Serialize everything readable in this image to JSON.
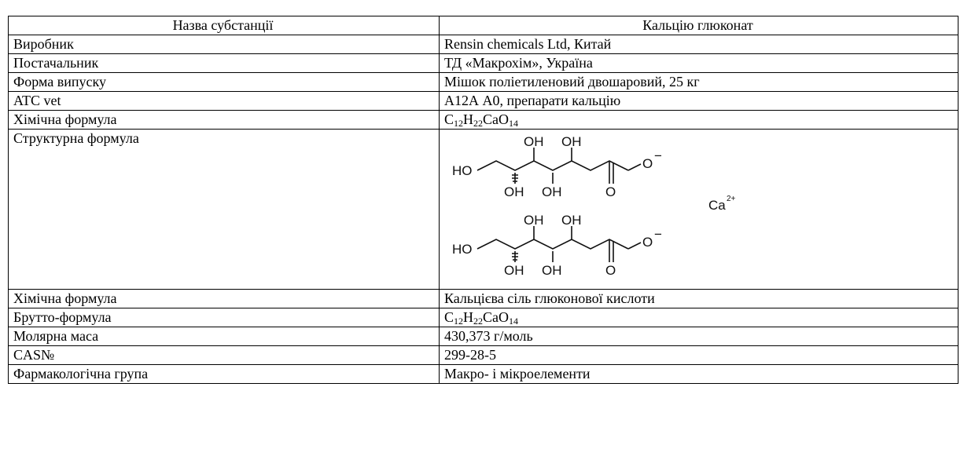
{
  "header": {
    "col1": "Назва субстанції",
    "col2": "Кальцію глюконат"
  },
  "rows": [
    {
      "label": "Виробник",
      "value": "Rensin chemicals Ltd, Китай"
    },
    {
      "label": "Постачальник",
      "value": "ТД «Макрохім», Україна"
    },
    {
      "label": "Форма випуску",
      "value": "Мішок поліетиленовий двошаровий, 25 кг"
    },
    {
      "label": "ATC vet",
      "value": "А12А А0, препарати кальцію"
    },
    {
      "label": "Хімічна формула",
      "formula": {
        "c": "C",
        "c_n": "12",
        "h": "H",
        "h_n": "22",
        "rest": "CaO",
        "o_n": "14"
      }
    },
    {
      "label": "Структурна  формула"
    },
    {
      "label": "Хімічна формула",
      "value": "Кальцієва сіль глюконової кислоти"
    },
    {
      "label": "Брутто-формула",
      "formula": {
        "c": "C",
        "c_n": "12",
        "h": "H",
        "h_n": "22",
        "rest": "CaO",
        "o_n": "14"
      }
    },
    {
      "label": "Молярна маса",
      "value": "430,373 г/моль"
    },
    {
      "label": "CAS№",
      "value": "299-28-5"
    },
    {
      "label": "Фармакологічна група",
      "value": "Макро- і мікроелементи"
    }
  ],
  "structure": {
    "oh": "OH",
    "ho": "HO",
    "o": "O",
    "minus": "−",
    "ca": "Ca",
    "charge": "2+"
  }
}
